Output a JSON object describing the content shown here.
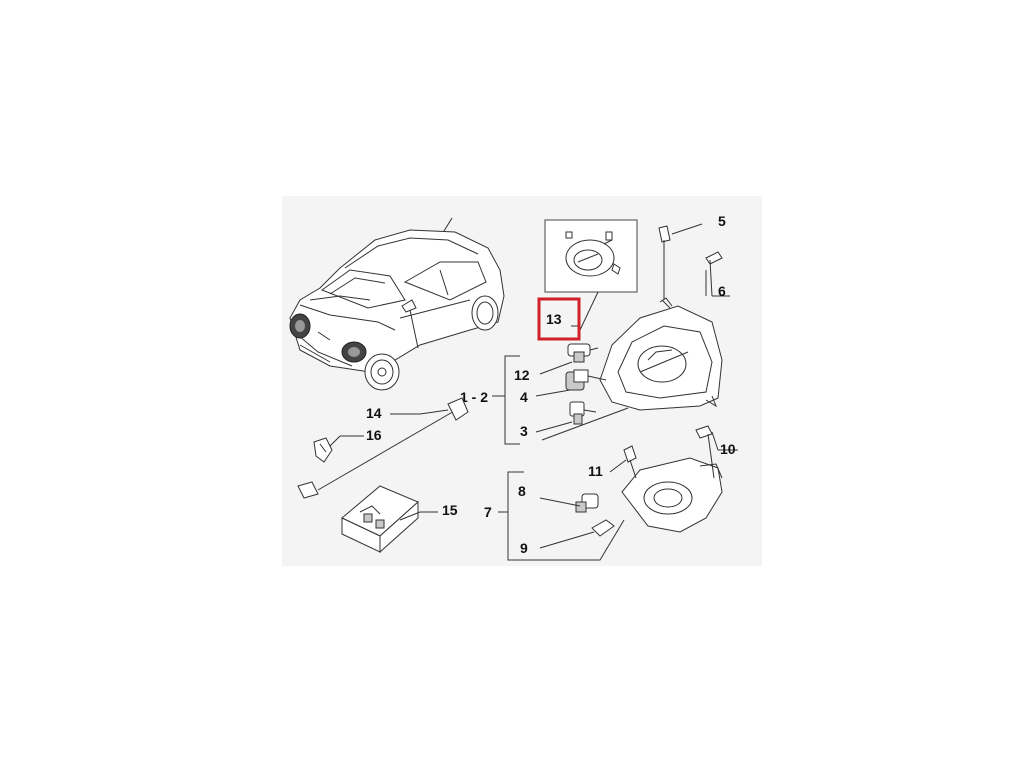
{
  "callouts": {
    "c1_2": "1 - 2",
    "c3": "3",
    "c4": "4",
    "c5": "5",
    "c6": "6",
    "c7": "7",
    "c8": "8",
    "c9": "9",
    "c10": "10",
    "c11": "11",
    "c12": "12",
    "c13": "13",
    "c14": "14",
    "c15": "15",
    "c16": "16"
  },
  "highlight": {
    "callout": "13",
    "color": "#d0202a"
  },
  "colors": {
    "line": "#333333",
    "background": "#ffffff",
    "panel": "#f4f4f4"
  }
}
